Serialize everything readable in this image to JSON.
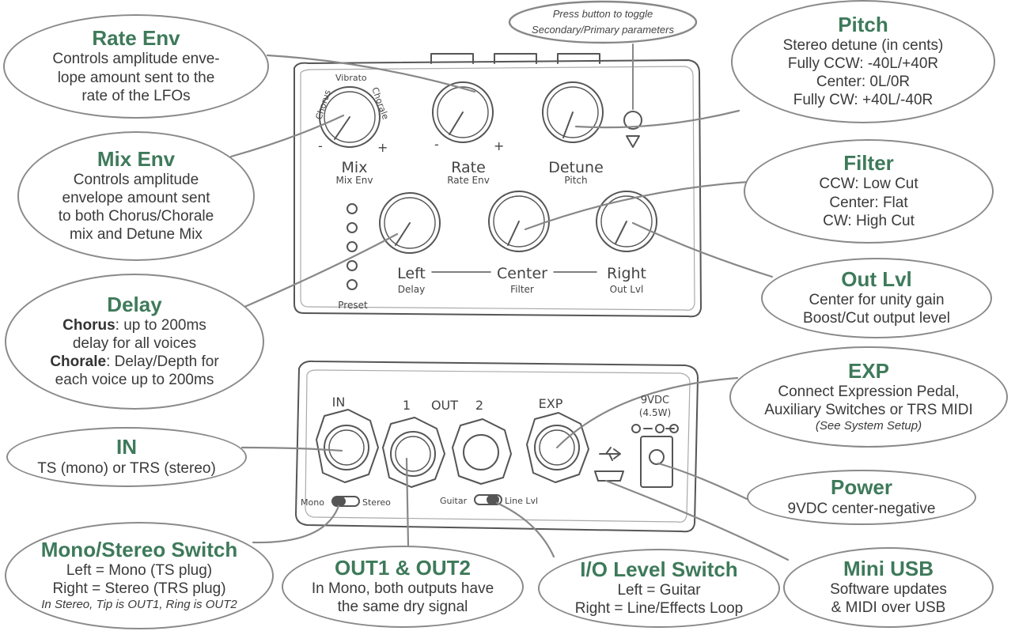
{
  "colors": {
    "title": "#3e7a5a",
    "text": "#3a3a3a",
    "outline": "#8a8a8a",
    "sketch": "#555555"
  },
  "toggle_note": {
    "line1": "Press button to toggle",
    "line2": "Secondary/Primary parameters"
  },
  "pedal": {
    "knobs_top": [
      {
        "label": "Mix",
        "sub": "Mix Env"
      },
      {
        "label": "Rate",
        "sub": "Rate Env"
      },
      {
        "label": "Detune",
        "sub": "Pitch"
      }
    ],
    "knobs_bottom": [
      {
        "label": "Left",
        "sub": "Delay"
      },
      {
        "label": "Center",
        "sub": "Filter"
      },
      {
        "label": "Right",
        "sub": "Out Lvl"
      }
    ],
    "mode_labels": {
      "chorus": "Chorus",
      "vibrato": "Vibrato",
      "chorale": "Chorale"
    },
    "minus": "-",
    "plus": "+",
    "preset_label": "Preset",
    "jacks": {
      "in": "IN",
      "out1": "1",
      "out": "OUT",
      "out2": "2",
      "exp": "EXP",
      "power1": "9VDC",
      "power2": "(4.5W)"
    },
    "switch_mono": {
      "left": "Mono",
      "right": "Stereo"
    },
    "switch_level": {
      "left": "Guitar",
      "right": "Line Lvl"
    }
  },
  "callouts": {
    "rate_env": {
      "title": "Rate Env",
      "lines": [
        "Controls amplitude enve-",
        "lope amount sent to the",
        "rate of the LFOs"
      ]
    },
    "mix_env": {
      "title": "Mix Env",
      "lines": [
        "Controls amplitude",
        "envelope amount sent",
        "to both Chorus/Chorale",
        "mix and Detune Mix"
      ]
    },
    "delay": {
      "title": "Delay",
      "chorus_bold": "Chorus",
      "chorus_rest": ": up to 200ms",
      "line2": "delay for all voices",
      "chorale_bold": "Chorale",
      "chorale_rest": ": Delay/Depth for",
      "line4": "each voice up to 200ms"
    },
    "pitch": {
      "title": "Pitch",
      "lines": [
        "Stereo detune (in cents)",
        "Fully CCW: -40L/+40R",
        "Center: 0L/0R",
        "Fully CW: +40L/-40R"
      ]
    },
    "filter": {
      "title": "Filter",
      "lines": [
        "CCW: Low Cut",
        "Center: Flat",
        "CW: High Cut"
      ]
    },
    "out_lvl": {
      "title": "Out Lvl",
      "lines": [
        "Center for unity gain",
        "Boost/Cut output level"
      ]
    },
    "exp": {
      "title": "EXP",
      "lines": [
        "Connect Expression Pedal,",
        "Auxiliary Switches or TRS MIDI"
      ],
      "note": "(See System Setup)"
    },
    "in": {
      "title": "IN",
      "lines": [
        "TS (mono) or TRS (stereo)"
      ]
    },
    "power": {
      "title": "Power",
      "lines": [
        "9VDC center-negative"
      ]
    },
    "mono_stereo": {
      "title": "Mono/Stereo Switch",
      "lines": [
        "Left = Mono (TS plug)",
        "Right = Stereo (TRS plug)"
      ],
      "note": "In Stereo, Tip is OUT1, Ring is OUT2"
    },
    "out1_out2": {
      "title": "OUT1 & OUT2",
      "lines": [
        "In Mono, both outputs have",
        "the same dry signal"
      ]
    },
    "io_level": {
      "title": "I/O Level Switch",
      "lines": [
        "Left = Guitar",
        "Right = Line/Effects Loop"
      ]
    },
    "mini_usb": {
      "title": "Mini USB",
      "lines": [
        "Software updates",
        "& MIDI over USB"
      ]
    }
  }
}
